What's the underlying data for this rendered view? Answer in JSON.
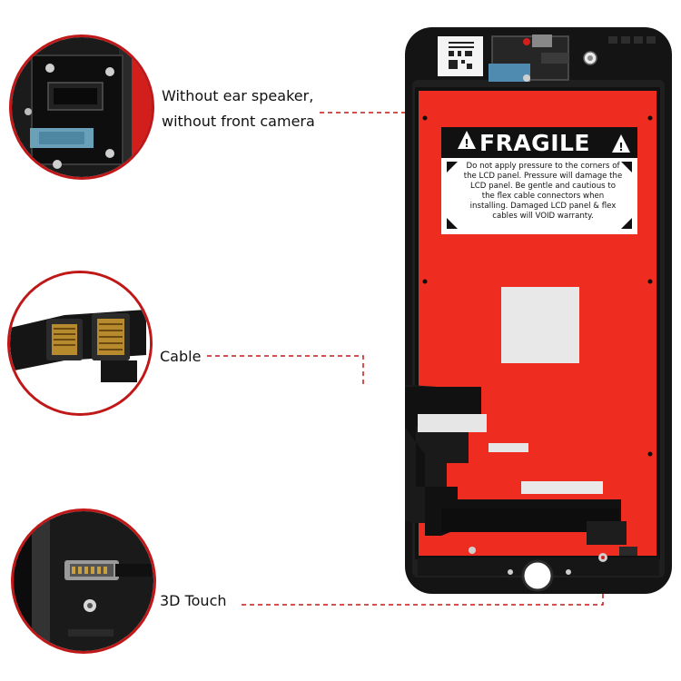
{
  "callouts": [
    {
      "line1": "Without ear speaker,",
      "line2": "without front camera",
      "icon": "ear-speaker-area"
    },
    {
      "line1": "Cable",
      "icon": "flex-cable-connectors"
    },
    {
      "line1": "3D Touch",
      "icon": "3d-touch-connector"
    }
  ],
  "label": {
    "title": "FRAGILE",
    "text_lines": [
      "Do not apply pressure to the corners of",
      "the LCD panel. Pressure will damage the",
      "LCD panel. Be gentle and cautious to",
      "the flex cable connectors when",
      "installing. Damaged LCD panel & flex",
      "cables will VOID warranty."
    ]
  },
  "colors": {
    "accent_red": "#c01818",
    "panel_red": "#ee2d20",
    "frame_black": "#141414"
  }
}
